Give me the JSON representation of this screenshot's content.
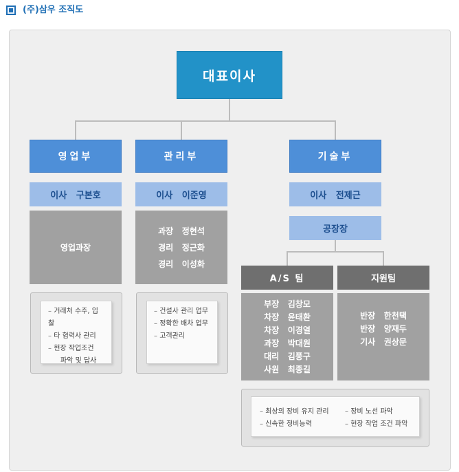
{
  "title": "(주)삼우 조직도",
  "ceo": "대표이사",
  "departments": [
    {
      "name": "영업부",
      "director": "이사   구본호",
      "staff": [
        "영업과장"
      ],
      "duties": [
        "거래처 수주, 입찰",
        "타 협력사 관리",
        "현장 작업조건"
      ],
      "duty_cont": "파악 및 답사"
    },
    {
      "name": "관리부",
      "director": "이사   이준영",
      "staff": [
        "과장   정현석",
        "경리   정근화",
        "경리   이성화"
      ],
      "duties": [
        "건설사 관리 업무",
        "정확한 배차 업무",
        "고객관리"
      ]
    },
    {
      "name": "기술부",
      "director": "이사   전제근",
      "plant": "공장장"
    }
  ],
  "teams": [
    {
      "name": "A/S 팀",
      "members": [
        "부장   김창모",
        "차장   윤태환",
        "차장   이경열",
        "과장   박대원",
        "대리   김풍구",
        "사원   최종길"
      ]
    },
    {
      "name": "지원팀",
      "members": [
        "반장   한천택",
        "반장   양재두",
        "기사   권상문"
      ]
    }
  ],
  "tech_duties": [
    "최상의 장비 유지 관리",
    "장비 노선 파악",
    "신속한 정비능력",
    "현장 작업 조건 파악"
  ]
}
